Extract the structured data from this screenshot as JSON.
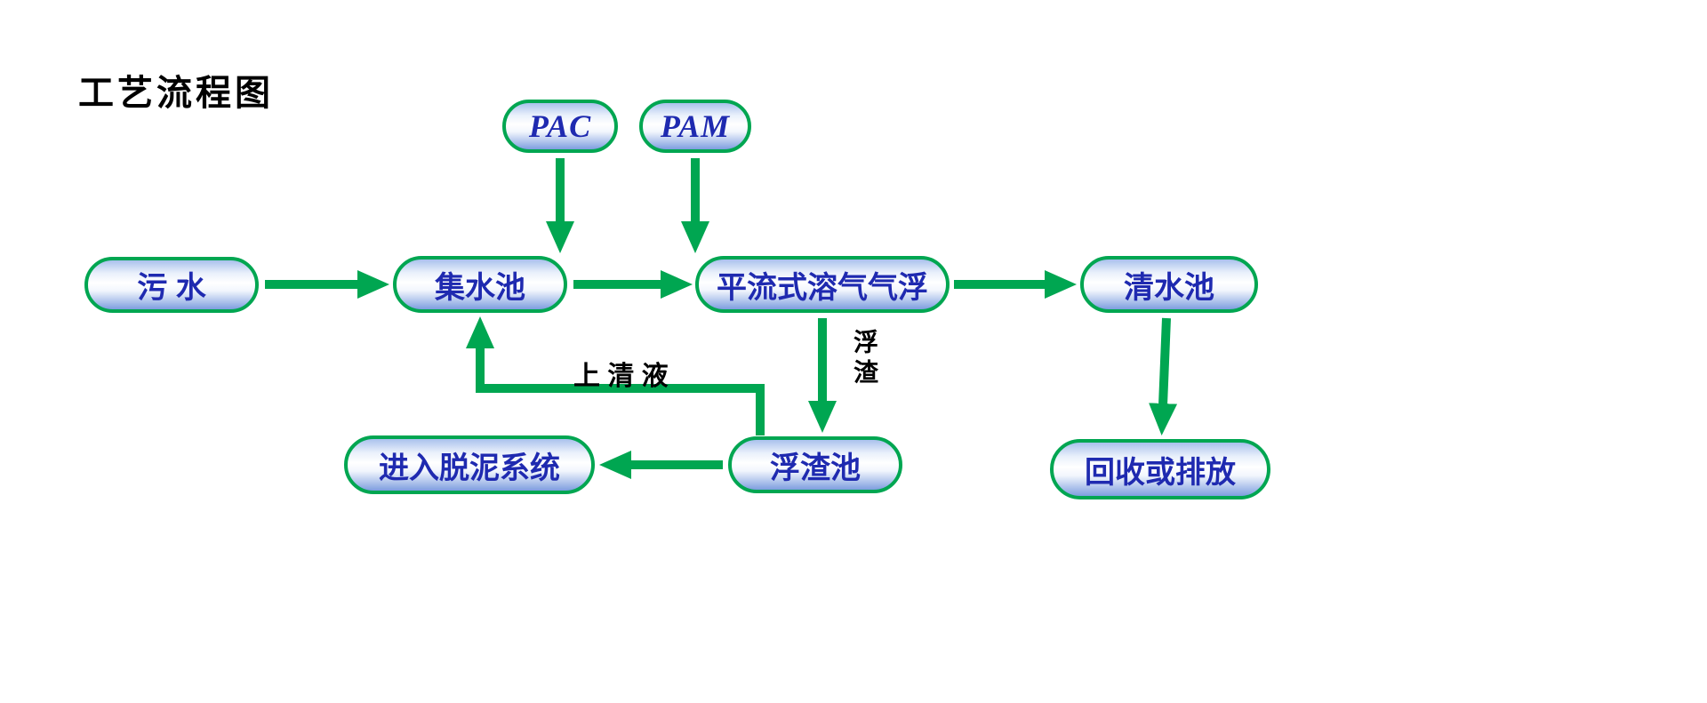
{
  "title": "工艺流程图",
  "diagram": {
    "nodes": {
      "pac": {
        "label": "PAC"
      },
      "pam": {
        "label": "PAM"
      },
      "sewage": {
        "label": "污 水"
      },
      "collecting_tank": {
        "label": "集水池"
      },
      "daf": {
        "label": "平流式溶气气浮"
      },
      "clean_water_tank": {
        "label": "清水池"
      },
      "sludge_system": {
        "label": "进入脱泥系统"
      },
      "scum_tank": {
        "label": "浮渣池"
      },
      "recycle_discharge": {
        "label": "回收或排放"
      }
    },
    "edge_labels": {
      "supernatant": "上 清 液",
      "scum": "浮渣"
    },
    "edges": [
      {
        "from": "PAC",
        "to": "集水池"
      },
      {
        "from": "PAM",
        "to": "平流式溶气气浮"
      },
      {
        "from": "污 水",
        "to": "集水池"
      },
      {
        "from": "集水池",
        "to": "平流式溶气气浮"
      },
      {
        "from": "平流式溶气气浮",
        "to": "清水池"
      },
      {
        "from": "平流式溶气气浮",
        "to": "浮渣池",
        "label": "浮渣"
      },
      {
        "from": "清水池",
        "to": "回收或排放"
      },
      {
        "from": "浮渣池",
        "to": "进入脱泥系统"
      },
      {
        "from": "浮渣池",
        "to": "集水池",
        "label": "上 清 液"
      }
    ],
    "colors": {
      "arrow_green": "#00a651",
      "node_border_green": "#00a651",
      "node_text_blue": "#1f2ab0",
      "label_black": "#000000",
      "node_fill_top": "#a9c1ec",
      "node_fill_mid": "#ffffff",
      "node_fill_bottom": "#7e9edf"
    }
  }
}
